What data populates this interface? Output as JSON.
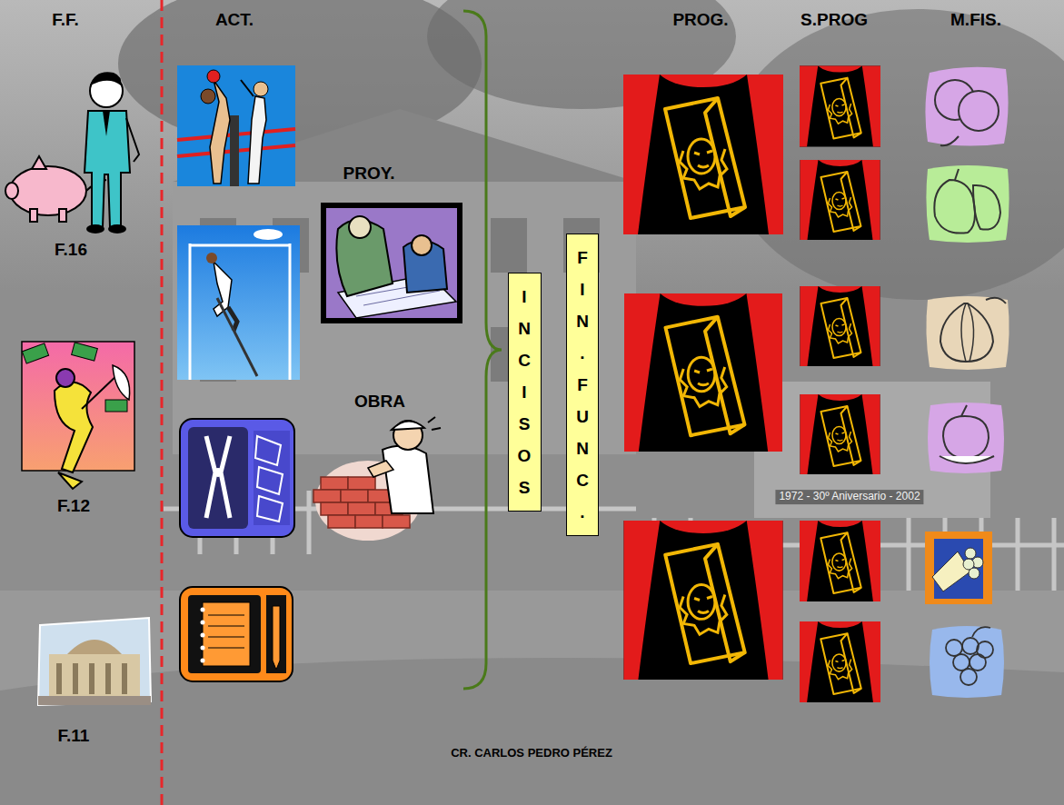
{
  "diagram": {
    "nodes": [
      {
        "text": [
          "INCISOS"
        ]
      },
      {
        "text": [
          "FIN.FUNC."
        ]
      }
    ],
    "labels": [
      "F.F.",
      "ACT.",
      "PROY.",
      "OBRA",
      "PROG.",
      "S.PROG",
      "M.FIS.",
      "F.16",
      "F.12",
      "F.11",
      "CR. CARLOS PEDRO PÉREZ",
      "1972 - 30º Aniversario - 2002"
    ]
  }
}
